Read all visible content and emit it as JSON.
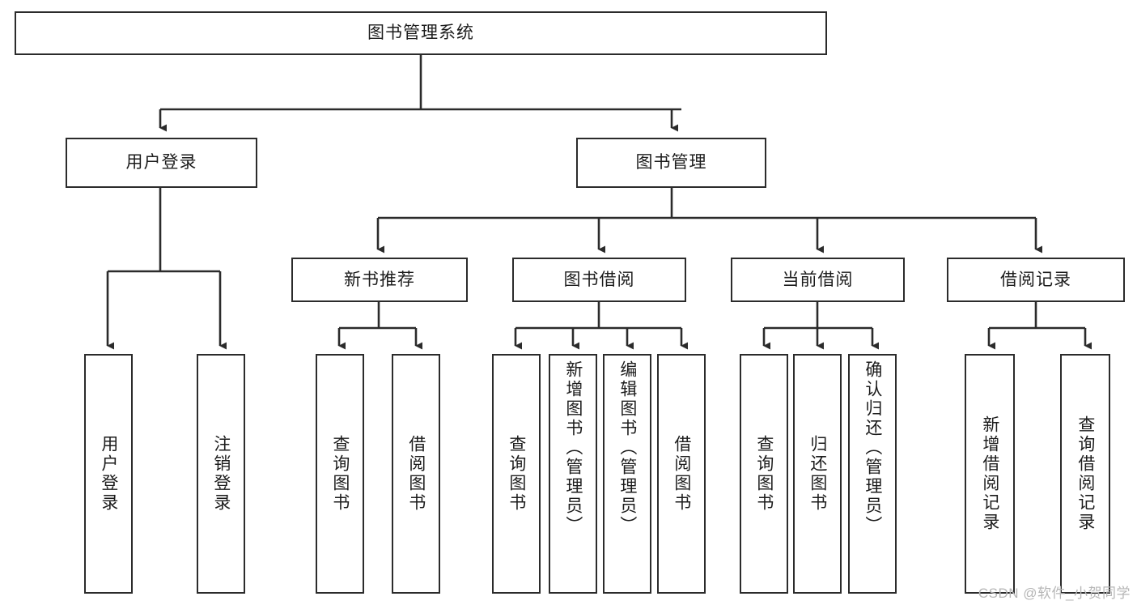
{
  "diagram": {
    "title": "图书管理系统",
    "type": "tree",
    "root": {
      "label": "图书管理系统"
    },
    "level2": [
      {
        "label": "用户登录"
      },
      {
        "label": "图书管理"
      }
    ],
    "level3": [
      {
        "label": "新书推荐"
      },
      {
        "label": "图书借阅"
      },
      {
        "label": "当前借阅"
      },
      {
        "label": "借阅记录"
      }
    ],
    "leaves": {
      "user_login": [
        {
          "label": "用户登录"
        },
        {
          "label": "注销登录"
        }
      ],
      "new_book_recommend": [
        {
          "label": "查询图书"
        },
        {
          "label": "借阅图书"
        }
      ],
      "book_borrow": [
        {
          "label": "查询图书"
        },
        {
          "label": "新增图书（管理员）"
        },
        {
          "label": "编辑图书（管理员）"
        },
        {
          "label": "借阅图书"
        }
      ],
      "current_borrow": [
        {
          "label": "查询图书"
        },
        {
          "label": "归还图书"
        },
        {
          "label": "确认归还（管理员）"
        }
      ],
      "borrow_record": [
        {
          "label": "新增借阅记录"
        },
        {
          "label": "查询借阅记录"
        }
      ]
    }
  },
  "watermark": {
    "text": "CSDN @软件_小贺同学"
  },
  "colors": {
    "stroke": "#2b2b2b",
    "text": "#1c1c1c",
    "background": "#ffffff",
    "watermark": "#b6b6b6"
  }
}
